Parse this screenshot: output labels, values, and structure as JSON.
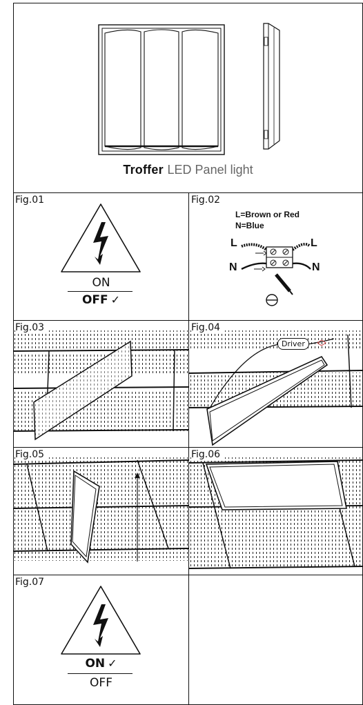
{
  "product": {
    "bold": "Troffer",
    "light": "LED Panel light"
  },
  "fig01": {
    "label": "Fig.01",
    "on": "ON",
    "off": "OFF",
    "check": "✓"
  },
  "fig02": {
    "label": "Fig.02",
    "line1": "L=Brown or Red",
    "line2": "N=Blue",
    "L": "L",
    "N": "N"
  },
  "fig03": {
    "label": "Fig.03"
  },
  "fig04": {
    "label": "Fig.04",
    "driver": "Driver"
  },
  "fig05": {
    "label": "Fig.05"
  },
  "fig06": {
    "label": "Fig.06"
  },
  "fig07": {
    "label": "Fig.07",
    "on": "ON",
    "off": "OFF",
    "check": "✓"
  }
}
